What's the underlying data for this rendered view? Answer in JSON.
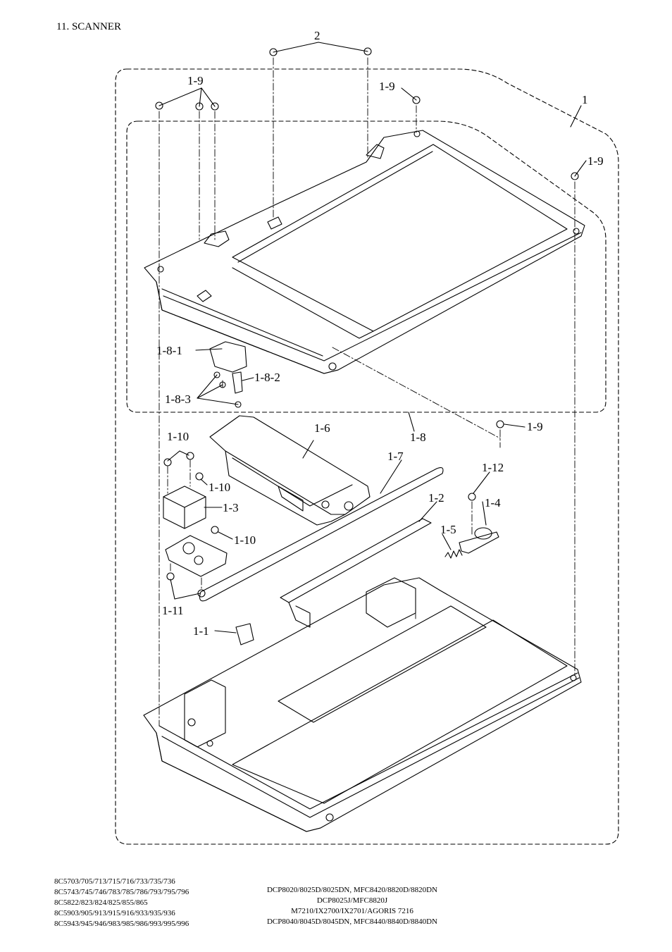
{
  "title": "11. SCANNER",
  "labels": {
    "l2": "2",
    "l1": "1",
    "l1_9a": "1-9",
    "l1_9b": "1-9",
    "l1_9c": "1-9",
    "l1_9d": "1-9",
    "l1_8_1": "1-8-1",
    "l1_8_2": "1-8-2",
    "l1_8_3": "1-8-3",
    "l1_8": "1-8",
    "l1_6": "1-6",
    "l1_7": "1-7",
    "l1_10a": "1-10",
    "l1_10b": "1-10",
    "l1_10c": "1-10",
    "l1_3": "1-3",
    "l1_12": "1-12",
    "l1_4": "1-4",
    "l1_2": "1-2",
    "l1_5": "1-5",
    "l1_11": "1-11",
    "l1_1": "1-1"
  },
  "footer_left": [
    "8C5703/705/713/715/716/733/735/736",
    "8C5743/745/746/783/785/786/793/795/796",
    "8C5822/823/824/825/855/865",
    "8C5903/905/913/915/916/933/935/936",
    "8C5943/945/946/983/985/986/993/995/996"
  ],
  "footer_right": [
    "DCP8020/8025D/8025DN, MFC8420/8820D/8820DN",
    "DCP8025J/MFC8820J",
    "M7210/IX2700/IX2701/AGORIS 7216",
    "DCP8040/8045D/8045DN, MFC8440/8840D/8840DN"
  ]
}
